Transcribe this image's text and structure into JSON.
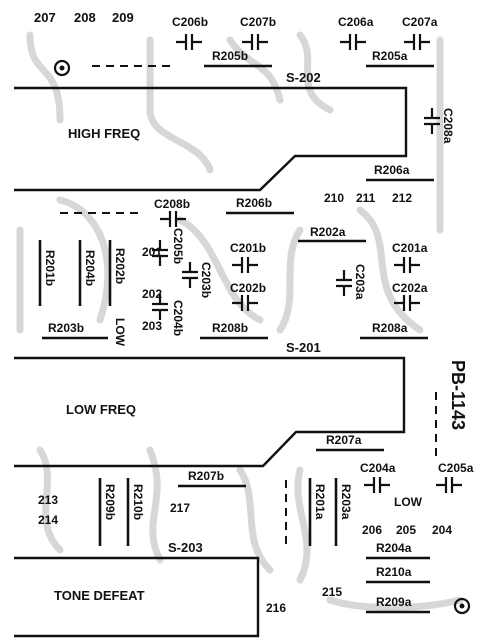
{
  "board": {
    "id": "PB-1143",
    "colors": {
      "ink": "#111111",
      "paper": "#ffffff",
      "trace": "#d7d7d7"
    }
  },
  "switches": {
    "s202": "S-202",
    "s201": "S-201",
    "s203": "S-203"
  },
  "sections": {
    "high": "HIGH FREQ",
    "low": "LOW FREQ",
    "defeat": "TONE DEFEAT",
    "low_a": "LOW",
    "low_b": "LOW"
  },
  "terminals": {
    "t207": "207",
    "t208": "208",
    "t209": "209",
    "t210": "210",
    "t211": "211",
    "t212": "212",
    "t201": "201",
    "t202": "202",
    "t203": "203",
    "t213": "213",
    "t214": "214",
    "t217": "217",
    "t206": "206",
    "t205": "205",
    "t204": "204",
    "t215": "215",
    "t216": "216"
  },
  "capacitors": {
    "c206b": "C206b",
    "c207b": "C207b",
    "c206a": "C206a",
    "c207a": "C207a",
    "c208a": "C208a",
    "c208b": "C208b",
    "c205b": "C205b",
    "c203b": "C203b",
    "c204b": "C204b",
    "c201b": "C201b",
    "c202b": "C202b",
    "c203a": "C203a",
    "c201a": "C201a",
    "c202a": "C202a",
    "c204a": "C204a",
    "c205a": "C205a"
  },
  "resistors": {
    "r205b": "R205b",
    "r205a": "R205a",
    "r206a": "R206a",
    "r206b": "R206b",
    "r202a": "R202a",
    "r201b": "R201b",
    "r204b": "R204b",
    "r202b": "R202b",
    "r203b": "R203b",
    "r208b": "R208b",
    "r208a": "R208a",
    "r207a": "R207a",
    "r207b": "R207b",
    "r209b": "R209b",
    "r210b": "R210b",
    "r201a": "R201a",
    "r203a": "R203a",
    "r204a": "R204a",
    "r210a": "R210a",
    "r209a": "R209a"
  }
}
